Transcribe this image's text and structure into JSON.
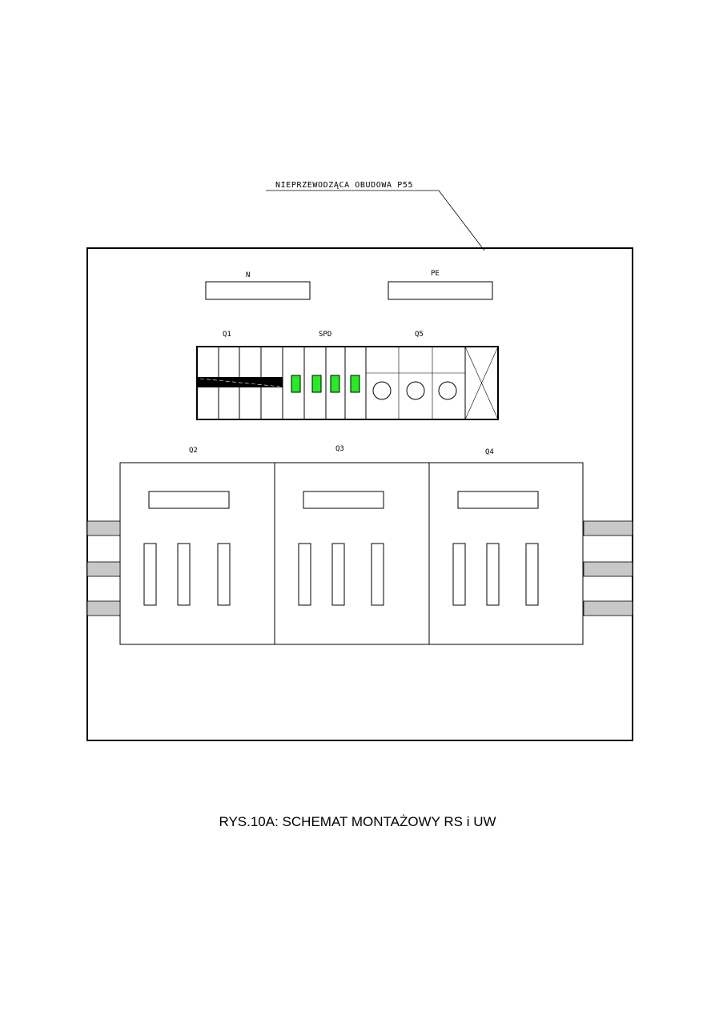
{
  "callout": {
    "text": "NIEPRZEWODZĄCA OBUDOWA P55"
  },
  "busbars": {
    "n_label": "N",
    "pe_label": "PE"
  },
  "devices": {
    "q1_label": "Q1",
    "spd_label": "SPD",
    "q5_label": "Q5"
  },
  "switches": {
    "q2_label": "Q2",
    "q3_label": "Q3",
    "q4_label": "Q4"
  },
  "caption": {
    "text": "RYS.10A: SCHEMAT MONTAŻOWY RS i UW"
  },
  "colors": {
    "spd_indicator": "#22ee22",
    "terminal_fill": "#c8c8c8",
    "bar_fill": "#000000"
  }
}
